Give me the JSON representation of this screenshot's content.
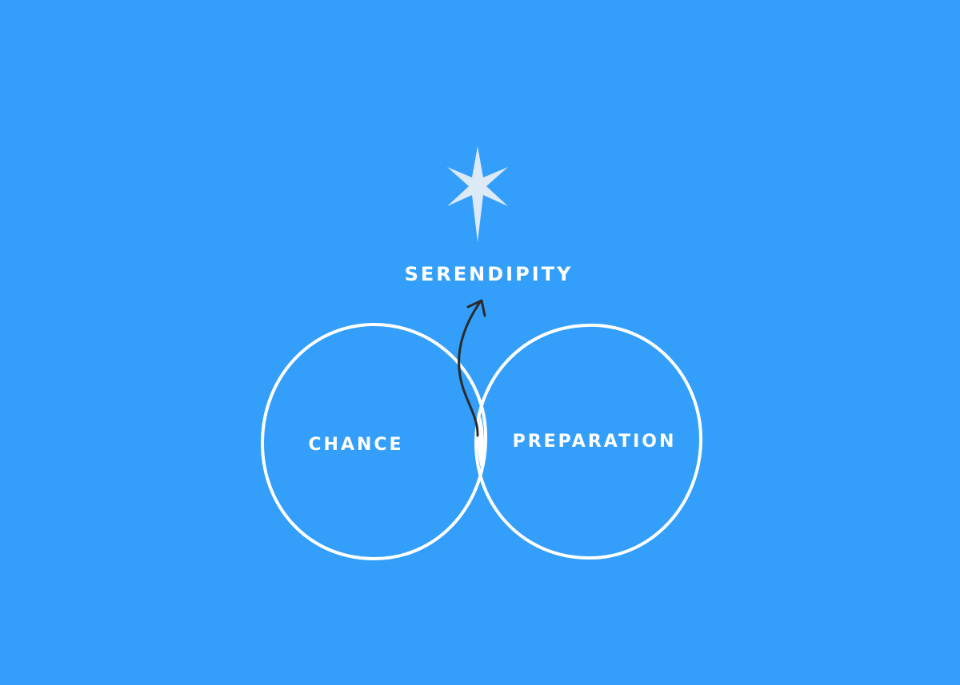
{
  "colors": {
    "background": "#339ffb",
    "lines": "#ffffff",
    "star": "#dce9f6",
    "arrow": "#2b2b2b"
  },
  "labels": {
    "top": "SERENDIPITY",
    "left_circle": "CHANCE",
    "right_circle": "PREPARATION"
  },
  "icons": {
    "star": "four-point-sparkle-star",
    "arrow": "curved-up-arrow"
  }
}
